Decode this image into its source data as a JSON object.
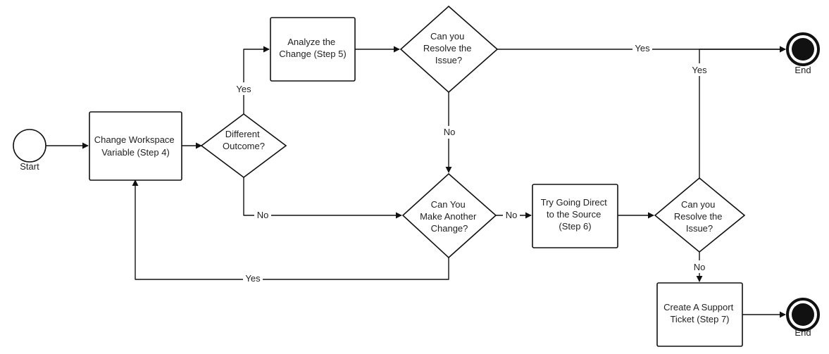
{
  "nodes": {
    "start_label": "Start",
    "change_workspace": [
      "Change Workspace",
      "Variable (Step 4)"
    ],
    "different_outcome": [
      "Different",
      "Outcome?"
    ],
    "analyze_change": [
      "Analyze the",
      "Change (Step 5)"
    ],
    "resolve_issue_top": [
      "Can you",
      "Resolve the",
      "Issue?"
    ],
    "another_change": [
      "Can You",
      "Make Another",
      "Change?"
    ],
    "go_direct": [
      "Try Going Direct",
      "to the Source",
      "(Step 6)"
    ],
    "resolve_issue_bottom": [
      "Can you",
      "Resolve the",
      "Issue?"
    ],
    "support_ticket": [
      "Create A Support",
      "Ticket (Step 7)"
    ],
    "end_top_label": "End",
    "end_bottom_label": "End"
  },
  "edges": {
    "outcome_yes": "Yes",
    "outcome_no": "No",
    "resolve_top_yes": "Yes",
    "resolve_top_no": "No",
    "another_no": "No",
    "another_yes": "Yes",
    "resolve_bottom_yes": "Yes",
    "resolve_bottom_no": "No"
  },
  "colors": {
    "stroke": "#111111",
    "fill": "#ffffff",
    "text": "#222222"
  }
}
